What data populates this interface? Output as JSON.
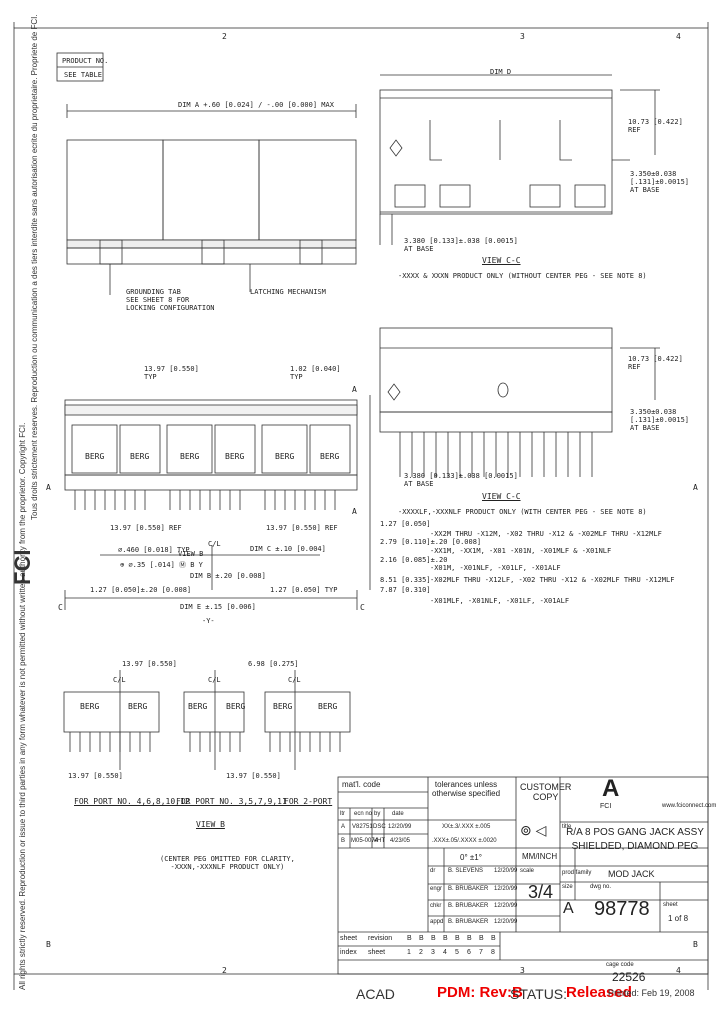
{
  "zones": {
    "top": [
      "2",
      "3",
      "4"
    ],
    "bottom": [
      "2",
      "3",
      "4"
    ],
    "left_a": "A",
    "right_a": "A",
    "left_b": "B",
    "right_b": "B"
  },
  "product_no": {
    "label": "PRODUCT NO.",
    "value": "SEE TABLE"
  },
  "left_notice": "All rights strictly reserved. Reproduction or issue to third parties in any form whatever is not permitted without written authority from the proprietor. Copyright FCI.",
  "left_notice2": "Tous droits strictement reserves. Reproduction ou communication a des tiers interdite sans autorisation ecrite du proprietaire. Propriete de FCI.",
  "fci_logo": "FCI",
  "top_view": {
    "dim_a": "DIM A +.60 [0.024] / -.00 [0.000] MAX",
    "grounding_tab": "GROUNDING TAB\nSEE SHEET 8 FOR\nLOCKING CONFIGURATION",
    "latching": "LATCHING MECHANISM"
  },
  "section_top": {
    "dim_d": "DIM D",
    "h1": "10.73 [0.422]\nREF",
    "b1": "3.350±0.038\n[.131]±0.0015]\nAT BASE",
    "base": "3.380 [0.133]±.038 [0.0015]\nAT BASE",
    "view": "VIEW C-C",
    "note": "-XXXX & XXXN PRODUCT ONLY (WITHOUT CENTER PEG - SEE NOTE 8)"
  },
  "section_bottom": {
    "h1": "10.73 [0.422]\nREF",
    "b1": "3.350±0.038\n[.131]±0.0015]\nAT BASE",
    "base": "3.380 [0.133]±.038 [0.0015]\nAT BASE",
    "view": "VIEW C-C",
    "note": "-XXXXLF,-XXXNLF PRODUCT ONLY (WITH CENTER PEG - SEE NOTE 8)"
  },
  "front_view": {
    "pitch": "13.97 [0.550]\nTYP",
    "d1": "1.02 [0.040]\nTYP",
    "brand": "BERG",
    "ref_l": "13.97 [0.550] REF",
    "ref_r": "13.97 [0.550] REF",
    "hole": "⌀.460 [0.018] TYP",
    "pos": "⊕ ⌀.35 [.014] Ⓜ B Y",
    "view_b": "VIEW B",
    "cl": "C/L",
    "dim_c": "DIM C ±.10 [0.004]",
    "dim_b": "DIM B ±.20 [0.008]",
    "e1": "1.27 [0.050]±.20 [0.008]",
    "e2": "1.27 [0.050] TYP",
    "dim_e": "DIM E ±.15 [0.006]",
    "datum_y": "-Y-",
    "letter_c": "C"
  },
  "notes_right": {
    "n1": "1.27 [0.050]",
    "n2": "-XX2M THRU -X12M, -X02 THRU -X12 & -X02MLF THRU -X12MLF",
    "n3": "2.79 [0.110]±.20 [0.008]",
    "n4": "-XX1M, -XX1M, -X01 -X01N, -X01MLF & -X01NLF",
    "n5": "2.16 [0.085]±.20",
    "n6": "-X01M, -X01NLF, -X01LF, -X01ALF",
    "n7": "8.51 [0.335]",
    "n8": "-X02MLF THRU -X12LF, -X02 THRU -X12 & -X02MLF THRU -X12MLF",
    "n9": "7.87 [0.310]",
    "n10": "-X01MLF, -X01NLF, -X01LF, -X01ALF"
  },
  "port_views": {
    "d1": "13.97 [0.550]",
    "d2": "6.98 [0.275]",
    "cl": "C/L",
    "d3": "13.97 [0.550]",
    "d4": "13.97 [0.550]",
    "lbl1": "FOR PORT NO. 4,6,8,10,12",
    "lbl2": "FOR PORT NO. 3,5,7,9,11",
    "lbl3": "FOR 2-PORT",
    "view_b": "VIEW B",
    "note": "(CENTER PEG OMITTED FOR CLARITY,\n-XXXN,-XXXNLF PRODUCT ONLY)"
  },
  "title_block": {
    "matl_code": "mat'l. code",
    "tolerances": "tolerances unless\notherwise specified",
    "customer_copy": "CUSTOMER\nCOPY",
    "tol1": "XX±.3/.XXX ±.005",
    "tol2": ".XXX±.05/.XXXX ±.0020",
    "angle": "0° ±1°",
    "units": "MM/INCH",
    "scale_label": "scale",
    "scale": "3/4",
    "size_label": "size",
    "size": "A",
    "dwg_label": "dwg no.",
    "dwg": "98778",
    "sheet_label": "sheet",
    "sheet": "1 of 8",
    "title_label": "title",
    "title": "R/A 8 POS GANG JACK ASSY\nSHIELDED, DIAMOND PEG",
    "prod_family_label": "prod family",
    "prod_family": "MOD JACK",
    "www": "www.fciconnect.com",
    "fci": "FCI",
    "rev_rows": [
      {
        "ltr": "A",
        "ecn": "V82751",
        "by": "DSC",
        "date": "12/20/99"
      },
      {
        "ltr": "B",
        "ecn": "M05-0074",
        "by": "VHT",
        "date": "4/23/05"
      }
    ],
    "rev_headers": {
      "ltr": "ltr",
      "ecn": "ecn no",
      "by": "by",
      "date": "date"
    },
    "approvals": [
      {
        "role": "dr",
        "name": "B. SLEVENS",
        "date": "12/20/99"
      },
      {
        "role": "engr",
        "name": "B. BRUBAKER",
        "date": "12/20/99"
      },
      {
        "role": "chkr",
        "name": "B. BRUBAKER",
        "date": "12/20/99"
      },
      {
        "role": "appd",
        "name": "B. BRUBAKER",
        "date": "12/20/99"
      }
    ],
    "sheet_row": {
      "label": "sheet",
      "rev_label": "revision",
      "revs": [
        "B",
        "B",
        "B",
        "B",
        "B",
        "B",
        "B",
        "B"
      ]
    },
    "index_row": {
      "label": "index",
      "sheet_label": "sheet",
      "nums": [
        "1",
        "2",
        "3",
        "4",
        "5",
        "6",
        "7",
        "8"
      ]
    },
    "cage_code_label": "cage code",
    "cage_code": "22526"
  },
  "footer": {
    "acad": "ACAD",
    "pdm": "PDM: Rev:B",
    "status_label": "STATUS:",
    "status": "Released",
    "printed": "Printed: Feb 19, 2008"
  }
}
